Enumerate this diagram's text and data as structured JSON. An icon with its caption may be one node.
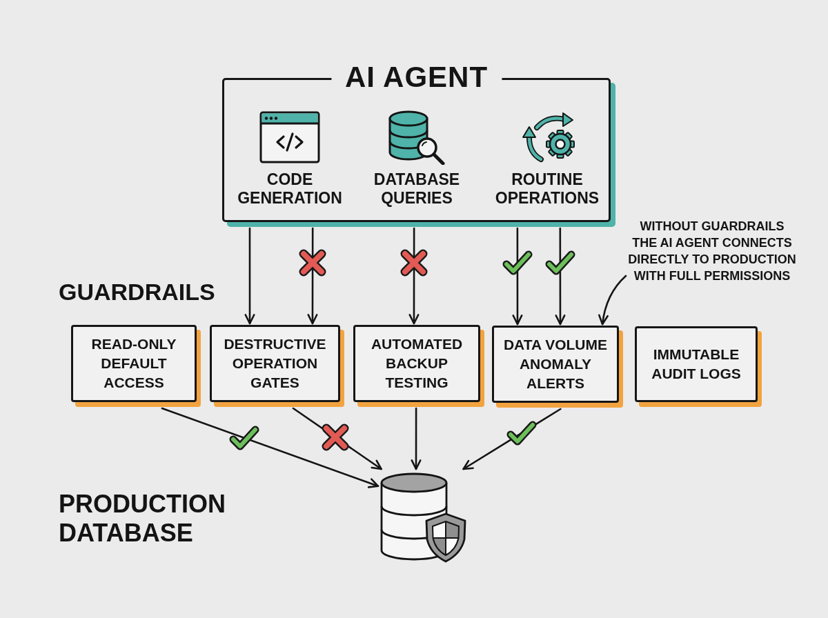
{
  "diagram": {
    "nodes": [
      {
        "text": [
          "AI AGENT",
          "CODE GENERATION",
          "DATABASE QUERIES",
          "ROUTINE OPERATIONS"
        ]
      },
      {
        "text": [
          "WITHOUT GUARDRAILS THE AI AGENT CONNECTS DIRECTLY TO PRODUCTION WITH FULL PERMISSIONS"
        ]
      },
      {
        "text": [
          "READ-ONLY DEFAULT ACCESS"
        ]
      },
      {
        "text": [
          "DESTRUCTIVE OPERATION GATES"
        ]
      },
      {
        "text": [
          "AUTOMATED BACKUP TESTING"
        ]
      },
      {
        "text": [
          "DATA VOLUME ANOMALY ALERTS"
        ]
      },
      {
        "text": [
          "IMMUTABLE AUDIT LOGS"
        ]
      },
      {
        "text": [],
        "shape": "cylinder"
      }
    ],
    "edges": [
      {
        "from": 0,
        "to": 3,
        "arrow": "to"
      },
      {
        "from": 0,
        "to": 3,
        "arrow": "to"
      },
      {
        "from": 0,
        "to": 4,
        "arrow": "to"
      },
      {
        "from": 0,
        "to": 5,
        "arrow": "to"
      },
      {
        "from": 0,
        "to": 5,
        "arrow": "to"
      },
      {
        "from": 1,
        "to": 5,
        "arrow": "to"
      },
      {
        "from": 2,
        "to": 7,
        "arrow": "to"
      },
      {
        "from": 3,
        "to": 7,
        "arrow": "to"
      },
      {
        "from": 4,
        "to": 7,
        "arrow": "to"
      },
      {
        "from": 5,
        "to": 7,
        "arrow": "to"
      }
    ],
    "labels": [
      "GUARDRAILS",
      "PRODUCTION DATABASE"
    ]
  }
}
